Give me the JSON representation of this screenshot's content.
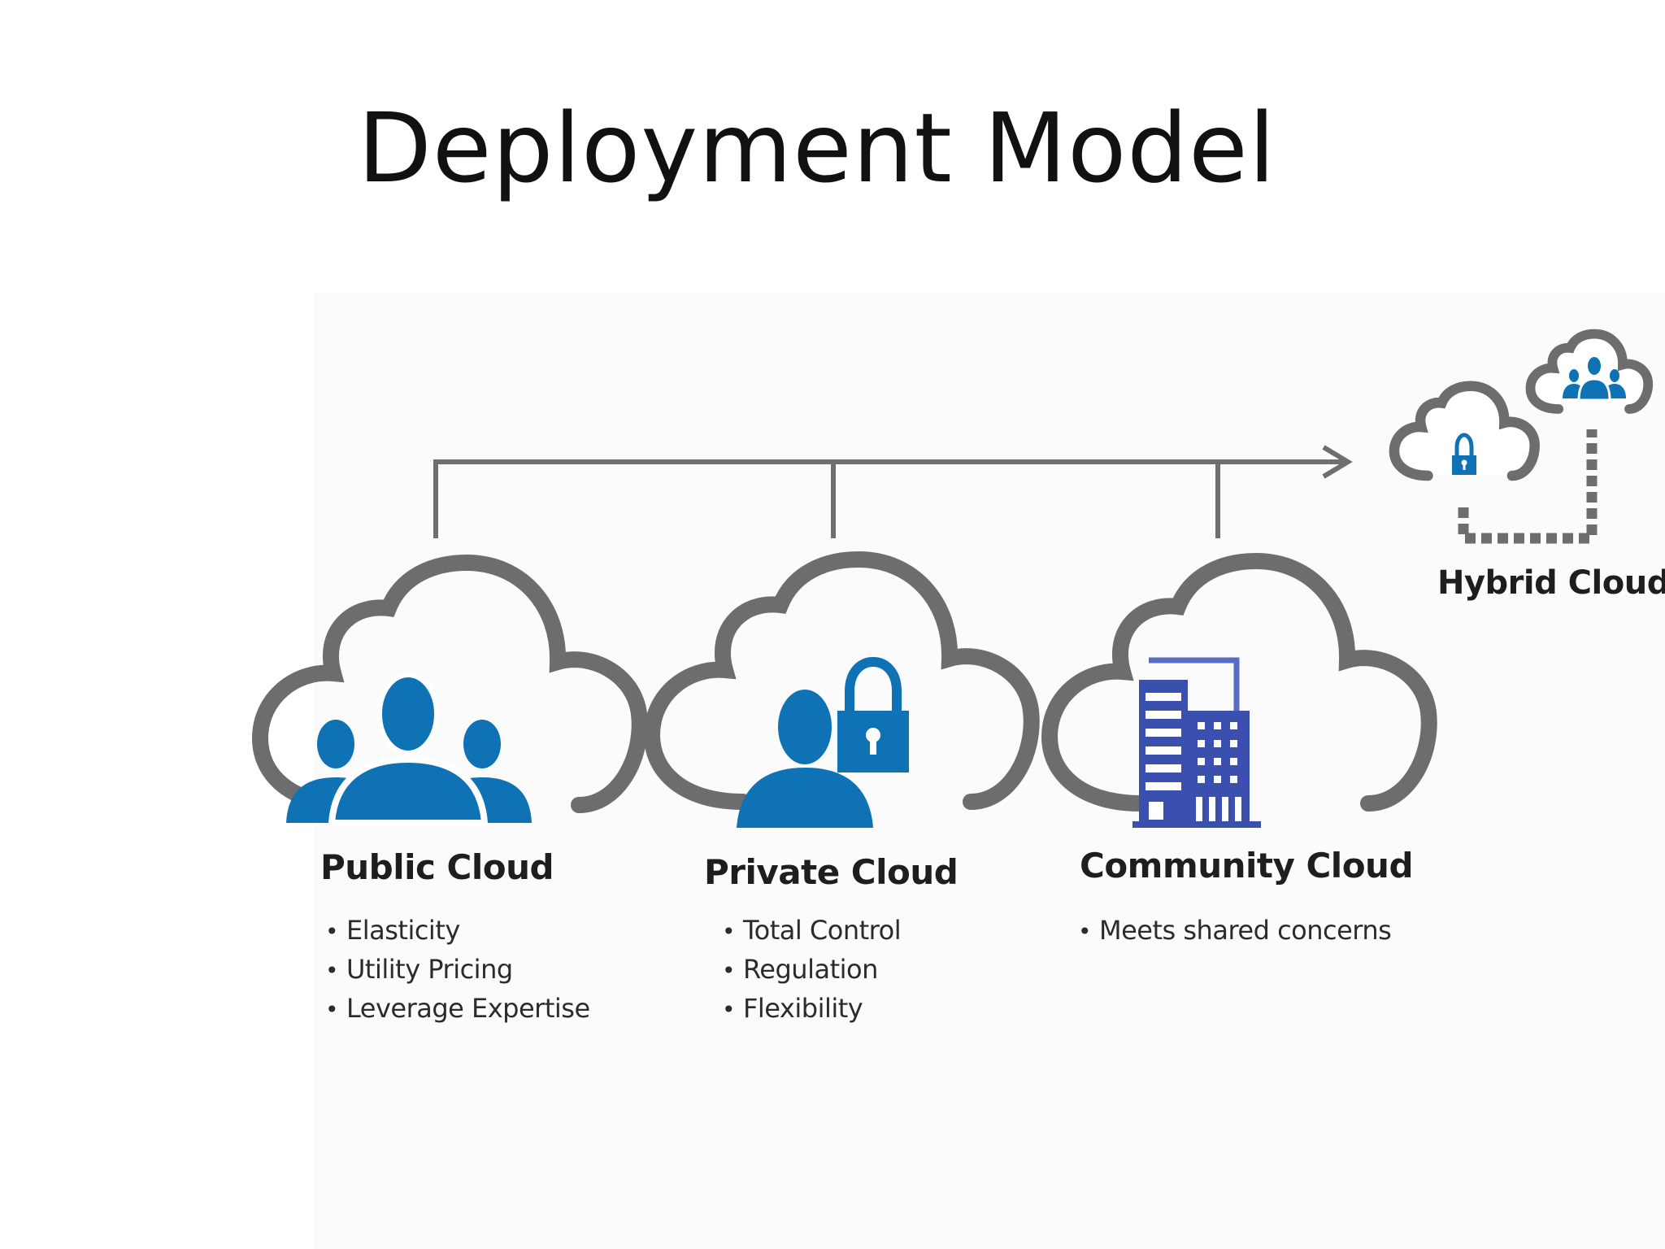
{
  "slide": {
    "title": "Deployment Model"
  },
  "colors": {
    "cloud_outline": "#6d6d6d",
    "connector": "#6f6f6f",
    "people_blue": "#0f72b5",
    "building_blue": "#3a4fae",
    "text": "#1e1e1e"
  },
  "models": [
    {
      "name": "Public Cloud",
      "icon": "people-group-icon",
      "features": [
        "Elasticity",
        "Utility Pricing",
        "Leverage Expertise"
      ]
    },
    {
      "name": "Private Cloud",
      "icon": "person-with-lock-icon",
      "features": [
        "Total Control",
        "Regulation",
        "Flexibility"
      ]
    },
    {
      "name": "Community Cloud",
      "icon": "office-building-icon",
      "features": [
        "Meets shared concerns"
      ]
    },
    {
      "name": "Hybrid Cloud",
      "icon": "linked-clouds-icon",
      "features": []
    }
  ]
}
